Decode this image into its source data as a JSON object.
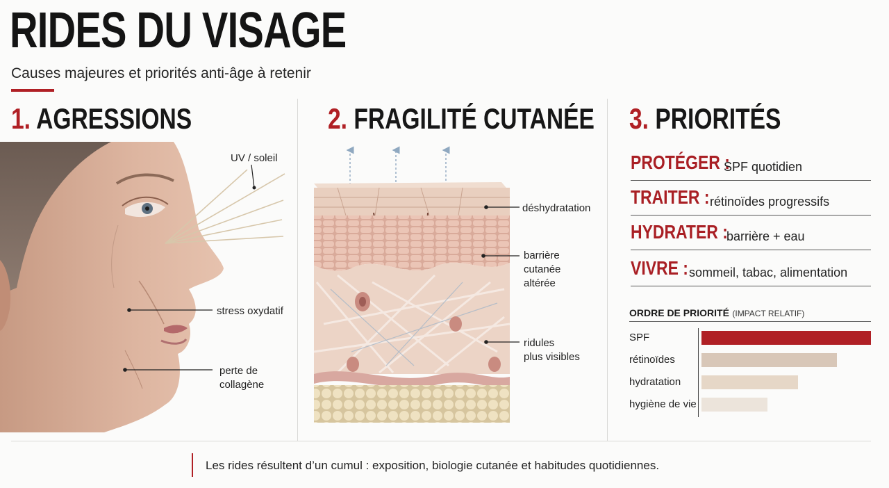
{
  "header": {
    "title": "RIDES DU VISAGE",
    "subtitle": "Causes majeures et priorités anti-âge à retenir"
  },
  "sections": [
    {
      "num": "1.",
      "title": "AGRESSIONS"
    },
    {
      "num": "2.",
      "title": "FRAGILITÉ CUTANÉE"
    },
    {
      "num": "3.",
      "title": "PRIORITÉS"
    }
  ],
  "face_callouts": {
    "uv": "UV / soleil",
    "stress": "stress oxydatif",
    "collagen_1": "perte de",
    "collagen_2": "collagène"
  },
  "skin_callouts": {
    "dehydration": "déshydratation",
    "barrier_1": "barrière",
    "barrier_2": "cutanée",
    "barrier_3": "altérée",
    "wrinkles_1": "ridules",
    "wrinkles_2": "plus visibles"
  },
  "priorities": [
    {
      "key": "PROTÉGER :",
      "value": "SPF quotidien"
    },
    {
      "key": "TRAITER :",
      "value": "rétinoïdes progressifs"
    },
    {
      "key": "HYDRATER :",
      "value": "barrière + eau"
    },
    {
      "key": "VIVRE :",
      "value": "sommeil, tabac, alimentation"
    }
  ],
  "chart_data": {
    "type": "bar",
    "title": "ORDRE DE PRIORITÉ",
    "subtitle": "(IMPACT RELATIF)",
    "categories": [
      "SPF",
      "rétinoïdes",
      "hydratation",
      "hygiène de vie"
    ],
    "values": [
      100,
      80,
      57,
      39
    ],
    "ylim": [
      0,
      100
    ],
    "colors": [
      "#b02025",
      "#d8c7b8",
      "#e6d7c7",
      "#ece4db"
    ]
  },
  "footer": {
    "text": "Les rides résultent d’un cumul : exposition, biologie cutanée et habitudes quotidiennes."
  },
  "colors": {
    "accent": "#b02025"
  }
}
